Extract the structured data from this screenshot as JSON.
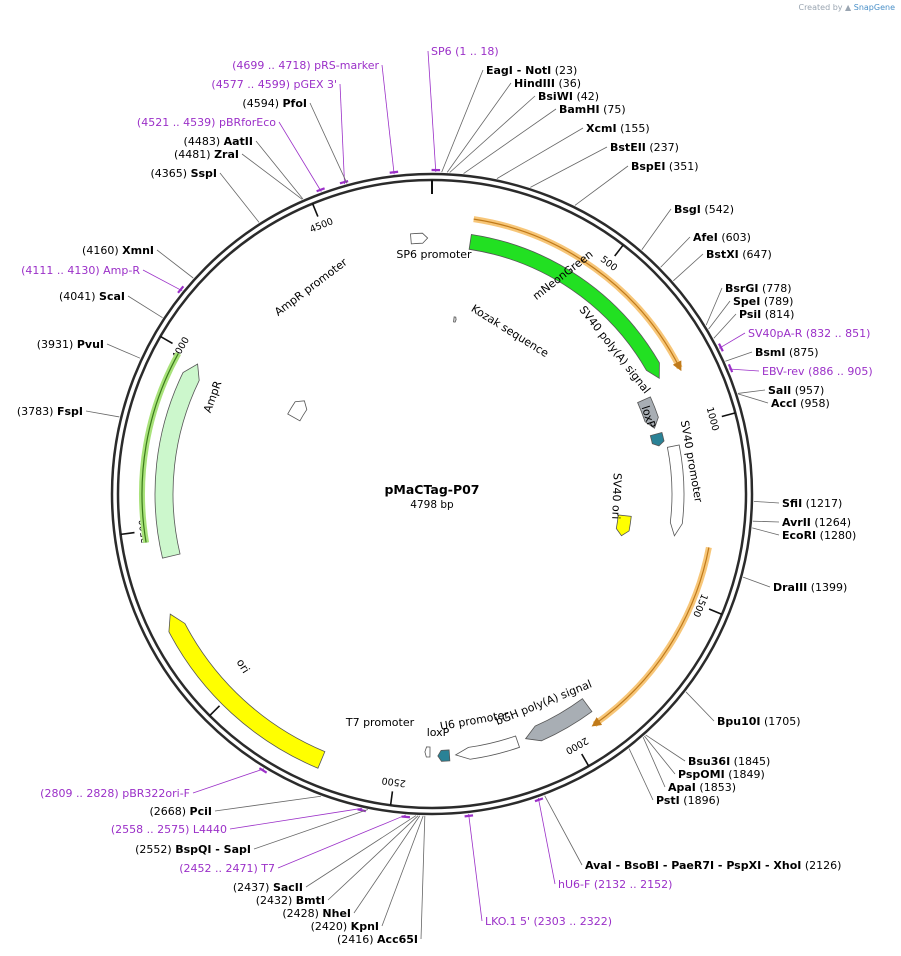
{
  "credit": {
    "prefix": "Created by",
    "brand": "SnapGene"
  },
  "plasmid": {
    "name": "pMaCTag-P07",
    "size_label": "4798 bp",
    "length": 4798
  },
  "colors": {
    "backbone": "#2b2b2b",
    "enzyme_text": "#000000",
    "primer": "#9b30c8",
    "orf_highlight": "#f7c678",
    "mNeonGreen": "#22e022",
    "AmpR": "#ccf7cc",
    "ori": "#ffff00",
    "polyA": "#a8aeb4",
    "loxP": "#2a8296",
    "promoter": "#ffffff"
  },
  "ticks": [
    "500",
    "1000",
    "1500",
    "2000",
    "2500",
    "3000",
    "3500",
    "4000",
    "4500"
  ],
  "features": [
    {
      "name": "mNeonGreen",
      "type": "gene"
    },
    {
      "name": "SV40 poly(A) signal",
      "type": "polyA"
    },
    {
      "name": "loxP",
      "type": "loxP"
    },
    {
      "name": "SV40 promoter",
      "type": "promoter"
    },
    {
      "name": "SV40 ori",
      "type": "ori"
    },
    {
      "name": "SP6 promoter",
      "type": "promoter"
    },
    {
      "name": "Kozak sequence",
      "type": "misc"
    },
    {
      "name": "AmpR promoter",
      "type": "promoter"
    },
    {
      "name": "AmpR",
      "type": "gene"
    },
    {
      "name": "ori",
      "type": "ori"
    },
    {
      "name": "T7 promoter",
      "type": "promoter"
    },
    {
      "name": "loxP",
      "type": "loxP"
    },
    {
      "name": "U6 promoter",
      "type": "promoter"
    },
    {
      "name": "bGH poly(A) signal",
      "type": "polyA"
    }
  ],
  "labels": [
    {
      "pos": "",
      "name": "SP6",
      "range": "(1 .. 18)",
      "kind": "primer"
    },
    {
      "pos": "",
      "name": "EagI - NotI",
      "range": "(23)",
      "kind": "enzyme"
    },
    {
      "pos": "",
      "name": "HindIII",
      "range": "(36)",
      "kind": "enzyme"
    },
    {
      "pos": "",
      "name": "BsiWI",
      "range": "(42)",
      "kind": "enzyme"
    },
    {
      "pos": "",
      "name": "BamHI",
      "range": "(75)",
      "kind": "enzyme"
    },
    {
      "pos": "",
      "name": "XcmI",
      "range": "(155)",
      "kind": "enzyme"
    },
    {
      "pos": "",
      "name": "BstEII",
      "range": "(237)",
      "kind": "enzyme"
    },
    {
      "pos": "",
      "name": "BspEI",
      "range": "(351)",
      "kind": "enzyme"
    },
    {
      "pos": "",
      "name": "BsgI",
      "range": "(542)",
      "kind": "enzyme"
    },
    {
      "pos": "",
      "name": "AfeI",
      "range": "(603)",
      "kind": "enzyme"
    },
    {
      "pos": "",
      "name": "BstXI",
      "range": "(647)",
      "kind": "enzyme"
    },
    {
      "pos": "",
      "name": "BsrGI",
      "range": "(778)",
      "kind": "enzyme"
    },
    {
      "pos": "",
      "name": "SpeI",
      "range": "(789)",
      "kind": "enzyme"
    },
    {
      "pos": "",
      "name": "PsiI",
      "range": "(814)",
      "kind": "enzyme"
    },
    {
      "pos": "",
      "name": "SV40pA-R",
      "range": "(832 .. 851)",
      "kind": "primer"
    },
    {
      "pos": "",
      "name": "BsmI",
      "range": "(875)",
      "kind": "enzyme"
    },
    {
      "pos": "",
      "name": "EBV-rev",
      "range": "(886 .. 905)",
      "kind": "primer"
    },
    {
      "pos": "",
      "name": "SalI",
      "range": "(957)",
      "kind": "enzyme"
    },
    {
      "pos": "",
      "name": "AccI",
      "range": "(958)",
      "kind": "enzyme"
    },
    {
      "pos": "",
      "name": "SfiI",
      "range": "(1217)",
      "kind": "enzyme"
    },
    {
      "pos": "",
      "name": "AvrII",
      "range": "(1264)",
      "kind": "enzyme"
    },
    {
      "pos": "",
      "name": "EcoRI",
      "range": "(1280)",
      "kind": "enzyme"
    },
    {
      "pos": "",
      "name": "DraIII",
      "range": "(1399)",
      "kind": "enzyme"
    },
    {
      "pos": "",
      "name": "Bpu10I",
      "range": "(1705)",
      "kind": "enzyme"
    },
    {
      "pos": "",
      "name": "Bsu36I",
      "range": "(1845)",
      "kind": "enzyme"
    },
    {
      "pos": "",
      "name": "PspOMI",
      "range": "(1849)",
      "kind": "enzyme"
    },
    {
      "pos": "",
      "name": "ApaI",
      "range": "(1853)",
      "kind": "enzyme"
    },
    {
      "pos": "",
      "name": "PstI",
      "range": "(1896)",
      "kind": "enzyme"
    },
    {
      "pos": "",
      "name": "AvaI - BsoBI - PaeR7I - PspXI - XhoI",
      "range": "(2126)",
      "kind": "enzyme"
    },
    {
      "pos": "",
      "name": "hU6-F",
      "range": "(2132 .. 2152)",
      "kind": "primer"
    },
    {
      "pos": "",
      "name": "LKO.1 5'",
      "range": "(2303 .. 2322)",
      "kind": "primer"
    },
    {
      "pos": "(4699 .. 4718)",
      "name": "pRS-marker",
      "range": "",
      "kind": "primer"
    },
    {
      "pos": "(4577 .. 4599)",
      "name": "pGEX 3'",
      "range": "",
      "kind": "primer"
    },
    {
      "pos": "(4594)",
      "name": "PfoI",
      "range": "",
      "kind": "enzyme"
    },
    {
      "pos": "(4521 .. 4539)",
      "name": "pBRforEco",
      "range": "",
      "kind": "primer"
    },
    {
      "pos": "(4483)",
      "name": "AatII",
      "range": "",
      "kind": "enzyme"
    },
    {
      "pos": "(4481)",
      "name": "ZraI",
      "range": "",
      "kind": "enzyme"
    },
    {
      "pos": "(4365)",
      "name": "SspI",
      "range": "",
      "kind": "enzyme"
    },
    {
      "pos": "(4160)",
      "name": "XmnI",
      "range": "",
      "kind": "enzyme"
    },
    {
      "pos": "(4111 .. 4130)",
      "name": "Amp-R",
      "range": "",
      "kind": "primer"
    },
    {
      "pos": "(4041)",
      "name": "ScaI",
      "range": "",
      "kind": "enzyme"
    },
    {
      "pos": "(3931)",
      "name": "PvuI",
      "range": "",
      "kind": "enzyme"
    },
    {
      "pos": "(3783)",
      "name": "FspI",
      "range": "",
      "kind": "enzyme"
    },
    {
      "pos": "(2809 .. 2828)",
      "name": "pBR322ori-F",
      "range": "",
      "kind": "primer"
    },
    {
      "pos": "(2668)",
      "name": "PciI",
      "range": "",
      "kind": "enzyme"
    },
    {
      "pos": "(2558 .. 2575)",
      "name": "L4440",
      "range": "",
      "kind": "primer"
    },
    {
      "pos": "(2552)",
      "name": "BspQI - SapI",
      "range": "",
      "kind": "enzyme"
    },
    {
      "pos": "(2452 .. 2471)",
      "name": "T7",
      "range": "",
      "kind": "primer"
    },
    {
      "pos": "(2437)",
      "name": "SacII",
      "range": "",
      "kind": "enzyme"
    },
    {
      "pos": "(2432)",
      "name": "BmtI",
      "range": "",
      "kind": "enzyme"
    },
    {
      "pos": "(2428)",
      "name": "NheI",
      "range": "",
      "kind": "enzyme"
    },
    {
      "pos": "(2420)",
      "name": "KpnI",
      "range": "",
      "kind": "enzyme"
    },
    {
      "pos": "(2416)",
      "name": "Acc65I",
      "range": "",
      "kind": "enzyme"
    }
  ]
}
